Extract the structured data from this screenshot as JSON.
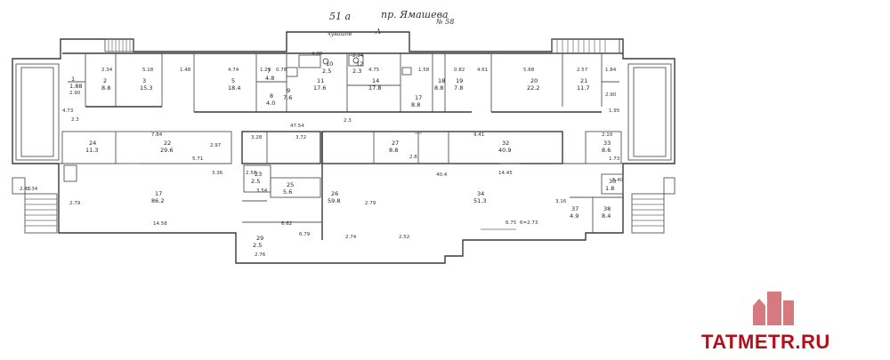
{
  "header": {
    "house_number": "51 а",
    "street": "пр. Ямашева",
    "ref": "№ 58",
    "axis_label": "чувашов",
    "axis_letter": "А"
  },
  "rooms": [
    {
      "num": "1",
      "area": "1.88"
    },
    {
      "num": "2",
      "area": "8.8"
    },
    {
      "num": "3",
      "area": "15.3"
    },
    {
      "num": "5",
      "area": "18.4"
    },
    {
      "num": "7",
      "area": "4.8"
    },
    {
      "num": "8",
      "area": "4.0"
    },
    {
      "num": "9",
      "area": "7.6"
    },
    {
      "num": "10",
      "area": "2.5"
    },
    {
      "num": "11",
      "area": "17.6"
    },
    {
      "num": "12",
      "area": "2.3"
    },
    {
      "num": "14",
      "area": "17.8"
    },
    {
      "num": "17",
      "area": "8.8"
    },
    {
      "num": "18",
      "area": "8.8"
    },
    {
      "num": "19",
      "area": "7.8"
    },
    {
      "num": "20",
      "area": "22.2"
    },
    {
      "num": "21",
      "area": "11.7"
    },
    {
      "num": "24",
      "area": "11.3"
    },
    {
      "num": "22",
      "area": "29.6"
    },
    {
      "num": "23",
      "area": "2.5"
    },
    {
      "num": "25",
      "area": "5.6"
    },
    {
      "num": "26",
      "area": "59.8"
    },
    {
      "num": "27",
      "area": "8.8"
    },
    {
      "num": "32",
      "area": "40.9"
    },
    {
      "num": "33",
      "area": "8.6"
    },
    {
      "num": "34",
      "area": "51.3"
    },
    {
      "num": "17",
      "area": "86.2"
    },
    {
      "num": "29",
      "area": "2.5"
    },
    {
      "num": "30",
      "area": "1.8"
    },
    {
      "num": "37",
      "area": "4.9"
    },
    {
      "num": "38",
      "area": "8.4"
    }
  ],
  "dims": [
    "2.90",
    "4.73",
    "2.3",
    "2.34",
    "5.18",
    "1.48",
    "4.74",
    "1.29",
    "0.78",
    "4.88",
    "2.34",
    "4.75",
    "1.58",
    "0.82",
    "4.61",
    "5.68",
    "2.57",
    "1.84",
    "2.90",
    "1.95",
    "47.54",
    "2.3",
    "7.84",
    "2.97",
    "3.28",
    "3.72",
    "5.71",
    "9.41",
    "2.10",
    "2.79",
    "14.58",
    "2.58",
    "3.54",
    "14.45",
    "6.75",
    "2.79",
    "2.74",
    "2.52",
    "2.76",
    "6.79",
    "3.36",
    "2.43",
    "6.62",
    "5.40",
    "1.34",
    "1.73"
  ],
  "extra_labels": [
    "6=2.73",
    "2.8",
    "3.16",
    "40.4"
  ],
  "watermark": {
    "text": "TATMETR.RU",
    "color": "#b30f18"
  }
}
